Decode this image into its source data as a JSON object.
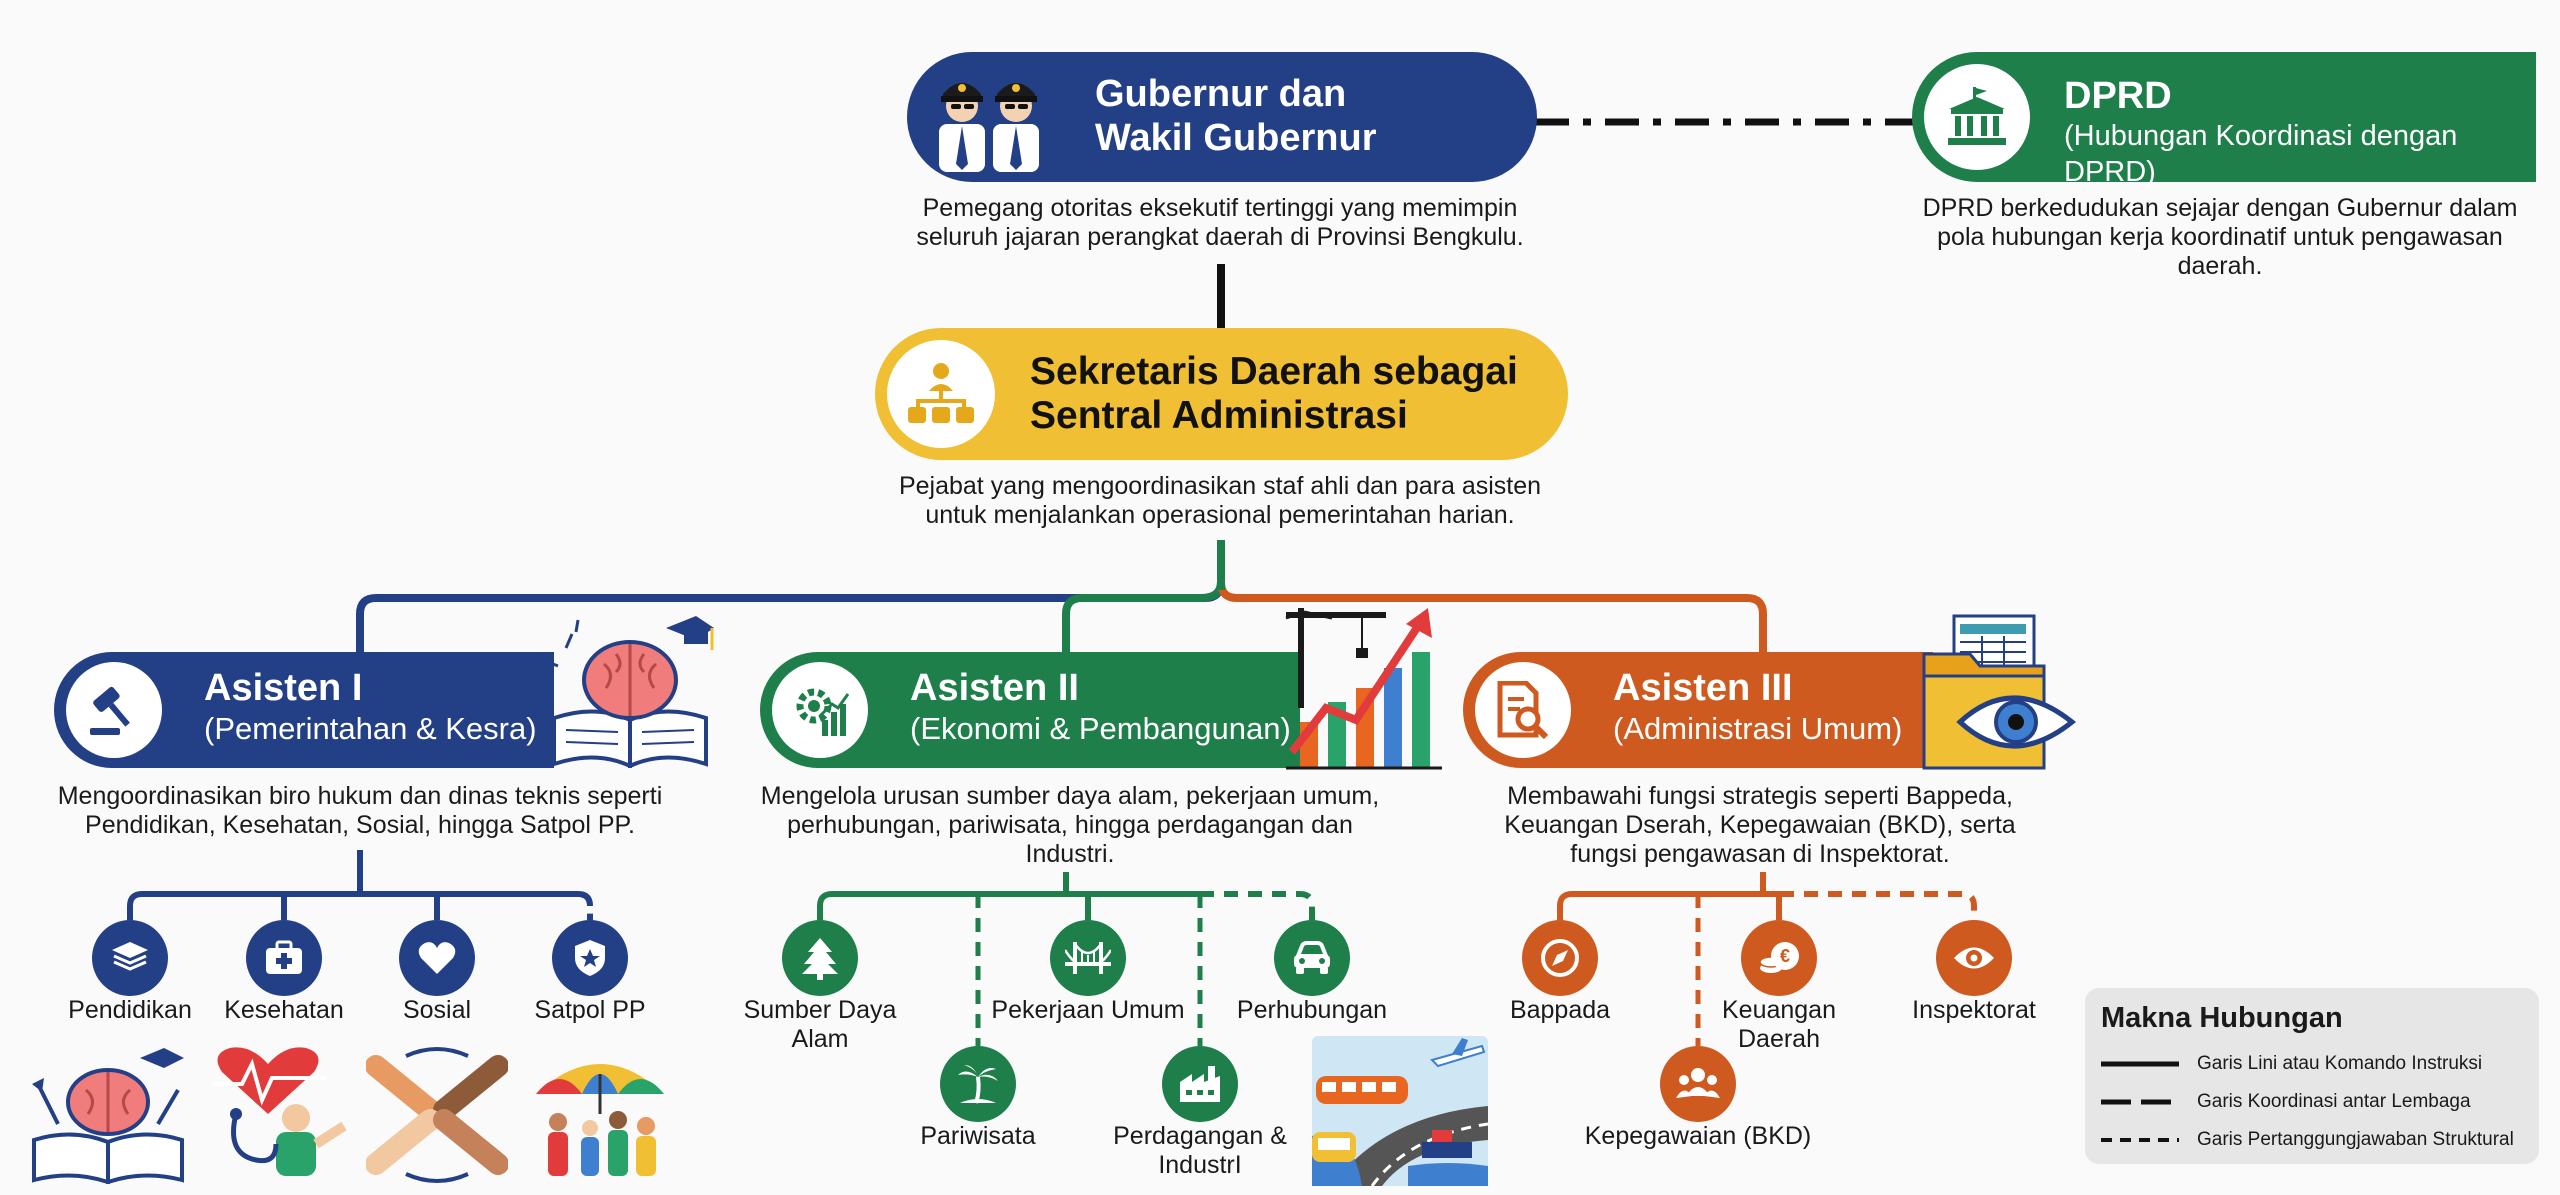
{
  "top": {
    "title_line1": "Gubernur dan",
    "title_line2": "Wakil Gubernur",
    "desc_line1": "Pemegang otoritas eksekutif tertinggi yang memimpin",
    "desc_line2": "seluruh jajaran perangkat daerah di Provinsi Bengkulu."
  },
  "dprd": {
    "title": "DPRD",
    "subtitle": "(Hubungan Koordinasi dengan DPRD)",
    "desc_line1": "DPRD berkedudukan sejajar dengan Gubernur dalam",
    "desc_line2": "pola hubungan kerja koordinatif untuk pengawasan",
    "desc_line3": "daerah."
  },
  "sekda": {
    "title_line1": "Sekretaris Daerah sebagai",
    "title_line2": "Sentral Administrasi",
    "desc_line1": "Pejabat yang mengoordinasikan staf ahli dan para asisten",
    "desc_line2": "untuk menjalankan operasional pemerintahan harian."
  },
  "asisten1": {
    "title": "Asisten I",
    "subtitle": "(Pemerintahan & Kesra)",
    "desc_line1": "Mengoordinasikan biro hukum dan dinas teknis seperti",
    "desc_line2": "Pendidikan, Kesehatan, Sosial, hingga Satpol PP.",
    "units": [
      "Pendidikan",
      "Kesehatan",
      "Sosial",
      "Satpol PP"
    ]
  },
  "asisten2": {
    "title": "Asisten II",
    "subtitle": "(Ekonomi & Pembangunan)",
    "desc_line1": "Mengelola urusan sumber daya alam, pekerjaan umum,",
    "desc_line2": "perhubungan, pariwisata, hingga perdagangan dan",
    "desc_line3": "Industri.",
    "units": [
      "Sumber Daya\nAlam",
      "Pekerjaan Umum",
      "Perhubungan",
      "Pariwisata",
      "Perdagangan &\nIndustrI"
    ]
  },
  "asisten3": {
    "title": "Asisten III",
    "subtitle": "(Administrasi Umum)",
    "desc_line1": "Membawahi fungsi strategis seperti Bappeda,",
    "desc_line2": "Keuangan Dserah, Kepegawaian (BKD), serta",
    "desc_line3": "fungsi pengawasan di Inspektorat.",
    "units": [
      "Bappada",
      "Keuangan\nDaerah",
      "Inspektorat",
      "Kepegawaian (BKD)"
    ]
  },
  "legend": {
    "title": "Makna Hubungan",
    "items": [
      "Garis Lini atau Komando Instruksi",
      "Garis Koordinasi antar Lembaga",
      "Garis Pertanggungjawaban Struktural"
    ]
  },
  "colors": {
    "navy": "#233f86",
    "green": "#1e7f4b",
    "yellow": "#f1bf33",
    "orange": "#cf5a1f"
  }
}
